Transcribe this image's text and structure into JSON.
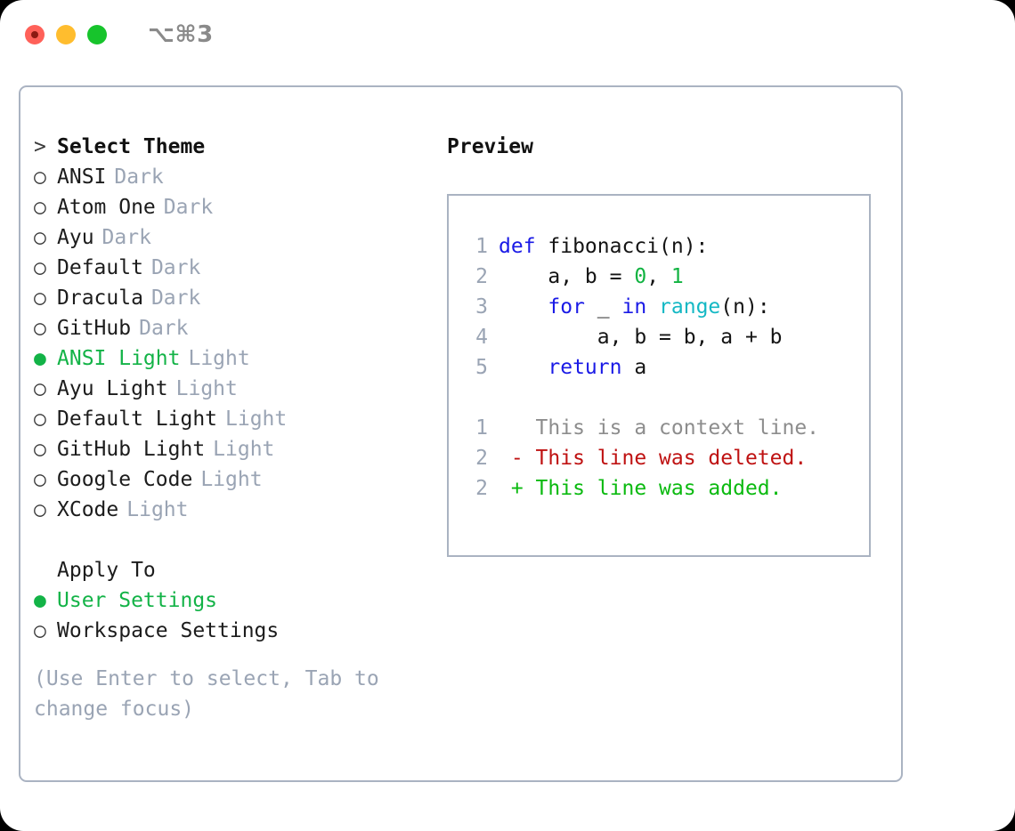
{
  "window": {
    "traffic_lights": [
      "close",
      "minimize",
      "maximize"
    ],
    "shortcut": "⌥⌘3"
  },
  "theme_list": {
    "header": "Select Theme",
    "header_prefix": ">",
    "bullet_unselected": "○",
    "bullet_selected": "●",
    "items": [
      {
        "name": "ANSI",
        "tag": "Dark",
        "selected": false
      },
      {
        "name": "Atom One",
        "tag": "Dark",
        "selected": false
      },
      {
        "name": "Ayu",
        "tag": "Dark",
        "selected": false
      },
      {
        "name": "Default",
        "tag": "Dark",
        "selected": false
      },
      {
        "name": "Dracula",
        "tag": "Dark",
        "selected": false
      },
      {
        "name": "GitHub",
        "tag": "Dark",
        "selected": false
      },
      {
        "name": "ANSI Light",
        "tag": "Light",
        "selected": true
      },
      {
        "name": "Ayu Light",
        "tag": "Light",
        "selected": false
      },
      {
        "name": "Default Light",
        "tag": "Light",
        "selected": false
      },
      {
        "name": "GitHub Light",
        "tag": "Light",
        "selected": false
      },
      {
        "name": "Google Code",
        "tag": "Light",
        "selected": false
      },
      {
        "name": "XCode",
        "tag": "Light",
        "selected": false
      }
    ]
  },
  "apply_to": {
    "header": "Apply To",
    "items": [
      {
        "name": "User Settings",
        "selected": true
      },
      {
        "name": "Workspace Settings",
        "selected": false
      }
    ]
  },
  "hint": "(Use Enter to select, Tab to change focus)",
  "preview": {
    "title": "Preview",
    "code_lines": [
      {
        "num": "1",
        "tokens": [
          {
            "text": "def ",
            "type": "kw"
          },
          {
            "text": "fibonacci(n):",
            "type": "plain"
          }
        ]
      },
      {
        "num": "2",
        "tokens": [
          {
            "text": "    a, b = ",
            "type": "plain"
          },
          {
            "text": "0",
            "type": "num"
          },
          {
            "text": ", ",
            "type": "plain"
          },
          {
            "text": "1",
            "type": "num"
          }
        ]
      },
      {
        "num": "3",
        "tokens": [
          {
            "text": "    ",
            "type": "plain"
          },
          {
            "text": "for",
            "type": "kw"
          },
          {
            "text": " _ ",
            "type": "plain"
          },
          {
            "text": "in",
            "type": "kw"
          },
          {
            "text": " ",
            "type": "plain"
          },
          {
            "text": "range",
            "type": "fn"
          },
          {
            "text": "(n):",
            "type": "plain"
          }
        ]
      },
      {
        "num": "4",
        "tokens": [
          {
            "text": "        a, b = b, a + b",
            "type": "plain"
          }
        ]
      },
      {
        "num": "5",
        "tokens": [
          {
            "text": "    ",
            "type": "plain"
          },
          {
            "text": "return",
            "type": "kw"
          },
          {
            "text": " a",
            "type": "plain"
          }
        ]
      }
    ],
    "diff_lines": [
      {
        "num": "1",
        "marker": " ",
        "text": "This is a context line.",
        "type": "ctx"
      },
      {
        "num": "2",
        "marker": "-",
        "text": "This line was deleted.",
        "type": "del"
      },
      {
        "num": "2",
        "marker": "+",
        "text": "This line was added.",
        "type": "add"
      }
    ]
  },
  "colors": {
    "accent_green": "#13b347",
    "border": "#aab3c2",
    "muted": "#9aa4b4",
    "keyword": "#1a1ae6",
    "builtin": "#14b8c4",
    "number": "#11b341",
    "diff_delete": "#bf1212",
    "diff_add": "#0bba10"
  }
}
